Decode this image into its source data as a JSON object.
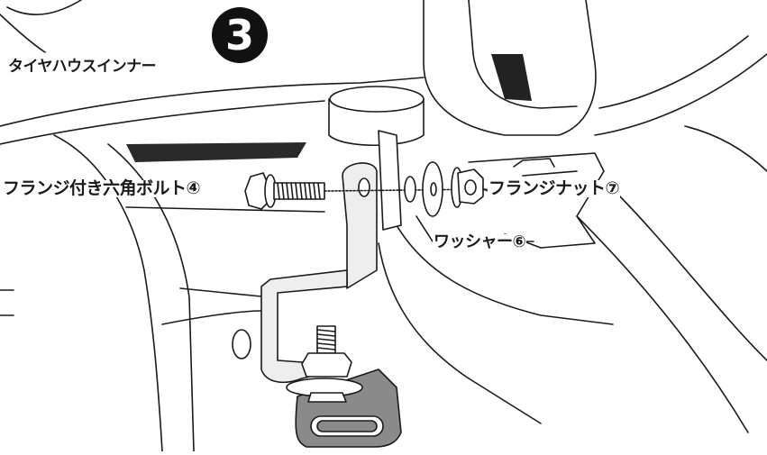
{
  "step": {
    "number": "3"
  },
  "labels": {
    "tire_house_inner": "タイヤハウスインナー",
    "flange_bolt": "フランジ付き六角ボルト④",
    "flange_nut": "フランジナット⑦",
    "washer": "ワッシャー⑥"
  },
  "colors": {
    "line": "#1a1a1a",
    "bracket_fill": "#eeeeee",
    "plate_fill": "#8a8a8a",
    "badge": "#111111"
  }
}
